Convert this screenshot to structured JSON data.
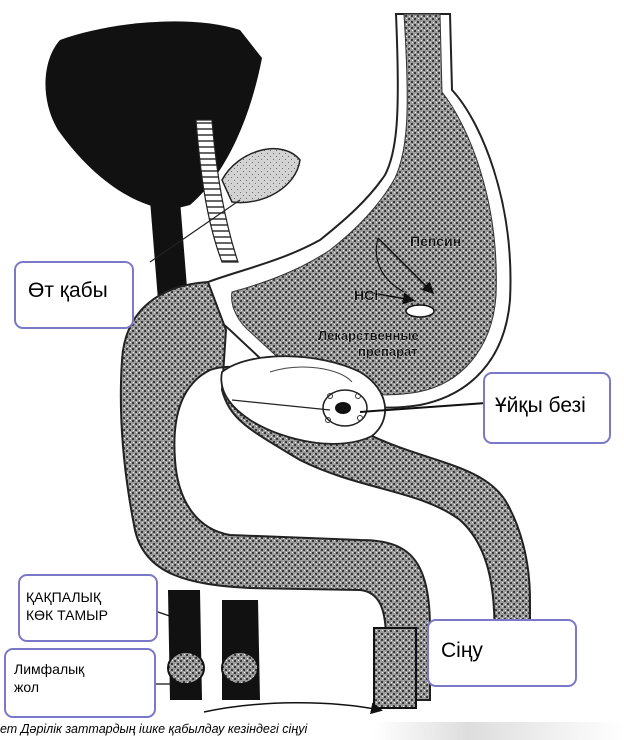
{
  "callouts": {
    "gallbladder": "Өт қабы",
    "pancreas": "Ұйқы безі",
    "portal_vein": "ҚАҚПАЛЫҚ\nКӨК ТАМЫР",
    "lymph_duct": "Лимфалық\nжол",
    "absorption": "Сіңу"
  },
  "inner_labels": {
    "pepsin": "Пепсин",
    "hcl": "HCl",
    "drug_line1": "Лекарственные",
    "drug_line2": "препарат"
  },
  "caption": "ет Дәрілік заттардың ішке қабылдау кезіндегі сіңуі",
  "colors": {
    "callout_border": "#7b78c8",
    "organ_dark": "#111111",
    "stipple": "#8c8c8c"
  }
}
